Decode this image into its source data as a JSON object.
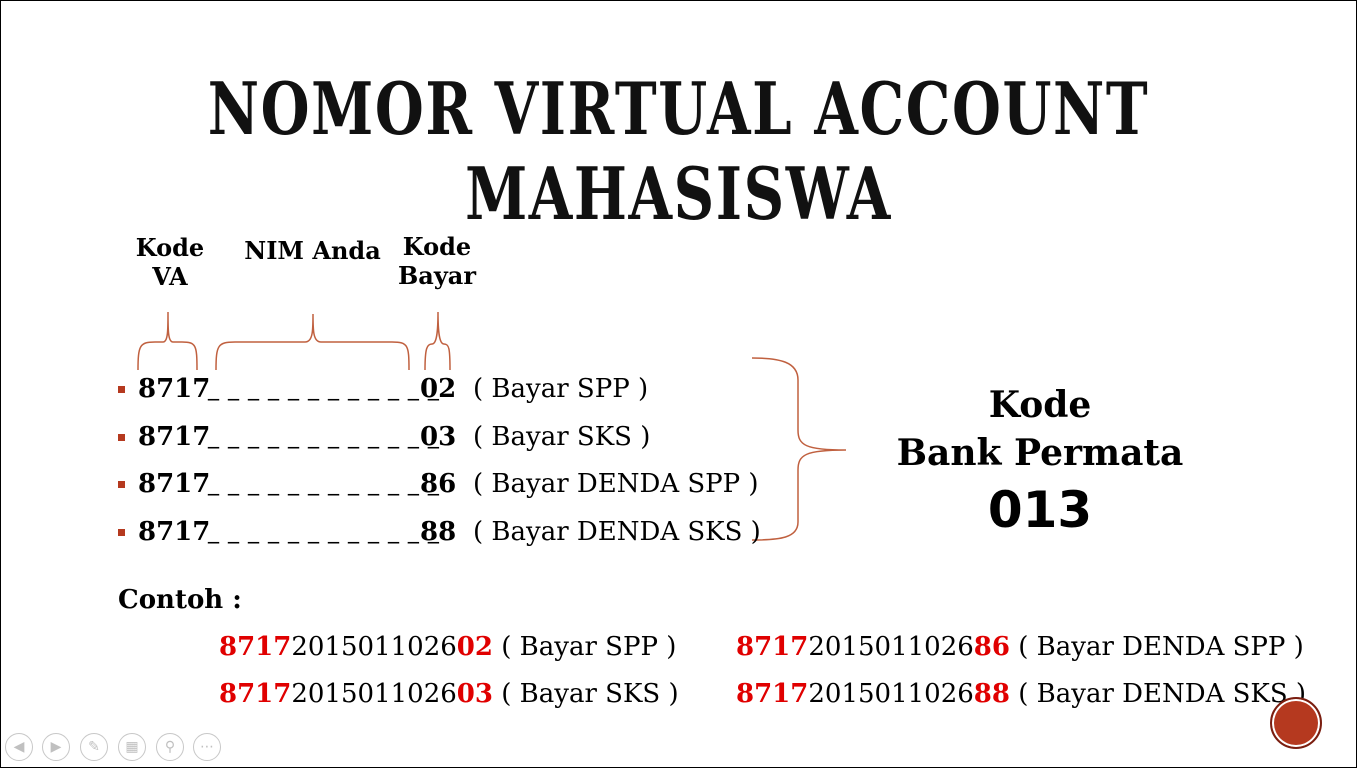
{
  "slide": {
    "title": "NOMOR VIRTUAL ACCOUNT MAHASISWA",
    "headers": {
      "kode_va": "Kode VA",
      "nim": "NIM Anda",
      "kode_bayar": "Kode Bayar"
    },
    "rows": [
      {
        "va": "8717",
        "blank": "_ _ _ _ _ _ _ _ _ _ _ _",
        "code": "02",
        "desc": "( Bayar SPP )"
      },
      {
        "va": "8717",
        "blank": "_ _ _ _ _ _ _ _ _ _ _ _",
        "code": "03",
        "desc": "( Bayar SKS )"
      },
      {
        "va": "8717",
        "blank": "_ _ _ _ _ _ _ _ _ _ _ _",
        "code": "86",
        "desc": "( Bayar DENDA SPP )"
      },
      {
        "va": "8717",
        "blank": "_ _ _ _ _ _ _ _ _ _ _ _",
        "code": "88",
        "desc": "( Bayar DENDA SKS )"
      }
    ],
    "bank": {
      "line1": "Kode",
      "line2": "Bank Permata",
      "code": "013"
    },
    "contoh_label": "Contoh :",
    "examples": [
      {
        "prefix": "8717",
        "nim": "2015011026",
        "code": "02",
        "desc": "( Bayar SPP )"
      },
      {
        "prefix": "8717",
        "nim": "2015011026",
        "code": "03",
        "desc": "( Bayar SKS )"
      },
      {
        "prefix": "8717",
        "nim": "2015011026",
        "code": "86",
        "desc": "( Bayar DENDA SPP )"
      },
      {
        "prefix": "8717",
        "nim": "2015011026",
        "code": "88",
        "desc": "( Bayar DENDA SKS )"
      }
    ],
    "accent_color": "#b5391f",
    "highlight_color": "#e00000"
  },
  "toolbar": {
    "icons": [
      "previous-icon",
      "next-icon",
      "pen-icon",
      "slides-icon",
      "zoom-icon",
      "more-icon"
    ]
  }
}
